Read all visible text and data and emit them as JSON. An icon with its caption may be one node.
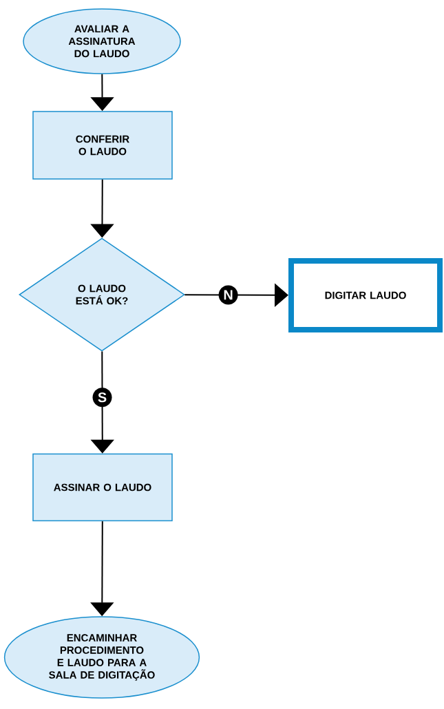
{
  "diagram": {
    "nodes": [
      {
        "text": [
          "AVALIAR A ASSINATURA DO LAUDO"
        ]
      },
      {
        "text": [
          "CONFERIR O LAUDO"
        ]
      },
      {
        "text": [
          "O LAUDO ESTÁ OK?"
        ]
      },
      {
        "text": [
          "DIGITAR LAUDO"
        ]
      },
      {
        "text": [
          "ASSINAR O LAUDO"
        ]
      },
      {
        "text": [
          "ENCAMINHAR PROCEDIMENTO E LAUDO PARA A SALA DE DIGITAÇÃO"
        ]
      }
    ],
    "edges": [
      {
        "from": 0,
        "to": 1,
        "arrow": "to"
      },
      {
        "from": 1,
        "to": 2,
        "arrow": "to"
      },
      {
        "from": 2,
        "to": 3,
        "arrow": "to",
        "label": "N"
      },
      {
        "from": 2,
        "to": 4,
        "arrow": "to",
        "label": "S"
      },
      {
        "from": 4,
        "to": 5,
        "arrow": "to"
      }
    ]
  }
}
